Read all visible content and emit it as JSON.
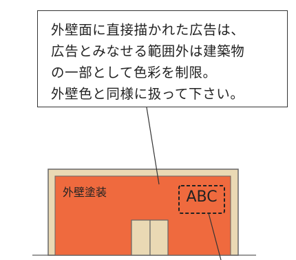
{
  "callout": {
    "lines": [
      "外壁面に直接描かれた広告は、",
      "広告とみなせる範囲外は建築物",
      "の一部として色彩を制限。",
      "外壁色と同様に扱って下さい。"
    ]
  },
  "building": {
    "wall_label": "外壁塗装",
    "ad_label": "ABC"
  },
  "colors": {
    "frame": "#ead9b4",
    "frame_border": "#666666",
    "wall": "#ef6a3e",
    "door": "#ead9b4",
    "ground": "#999999",
    "leader": "#333333"
  }
}
